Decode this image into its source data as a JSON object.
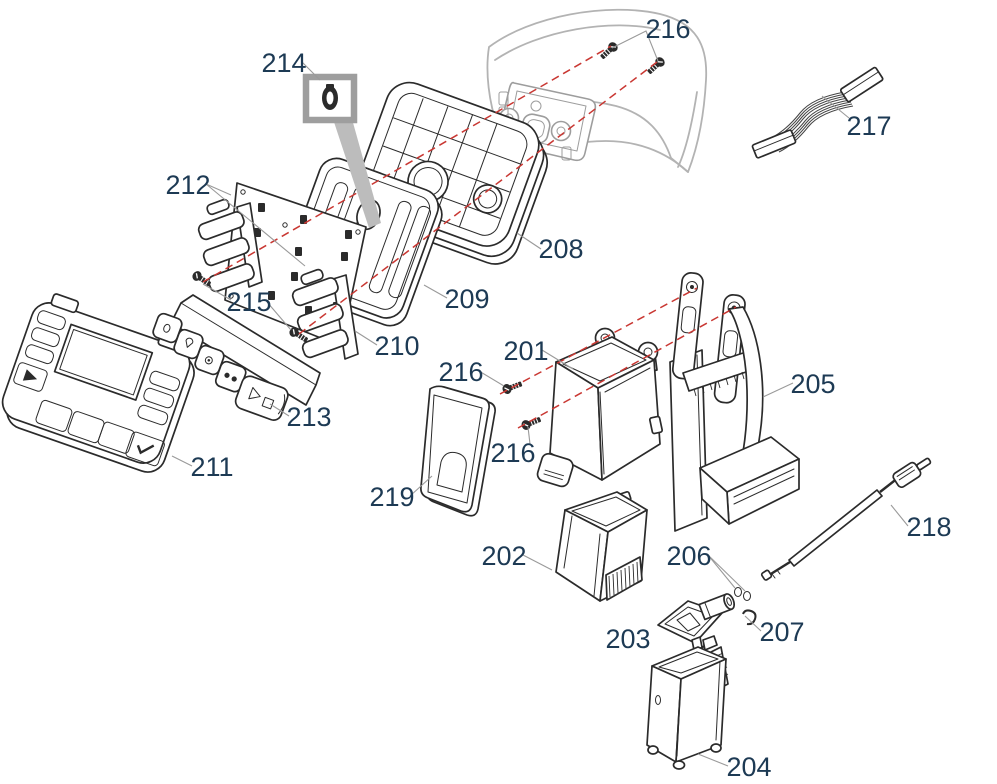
{
  "diagram": {
    "type": "exploded-parts-diagram",
    "background": "#ffffff",
    "colors": {
      "label_text": "#1d3a54",
      "leader_line": "#9a9a9a",
      "alignment_line": "#c93732",
      "part_outline": "#2b2b2b",
      "ghost_part": "#b3b3b3",
      "highlight_box": "#9e9e9e",
      "pointer_wedge": "#bcbcbc"
    },
    "callouts": [
      {
        "text": "214"
      },
      {
        "text": "216"
      },
      {
        "text": "217"
      },
      {
        "text": "212"
      },
      {
        "text": "208"
      },
      {
        "text": "209"
      },
      {
        "text": "215"
      },
      {
        "text": "210"
      },
      {
        "text": "211"
      },
      {
        "text": "213"
      },
      {
        "text": "201"
      },
      {
        "text": "216"
      },
      {
        "text": "216"
      },
      {
        "text": "205"
      },
      {
        "text": "219"
      },
      {
        "text": "202"
      },
      {
        "text": "218"
      },
      {
        "text": "206"
      },
      {
        "text": "203"
      },
      {
        "text": "207"
      },
      {
        "text": "204"
      }
    ]
  }
}
